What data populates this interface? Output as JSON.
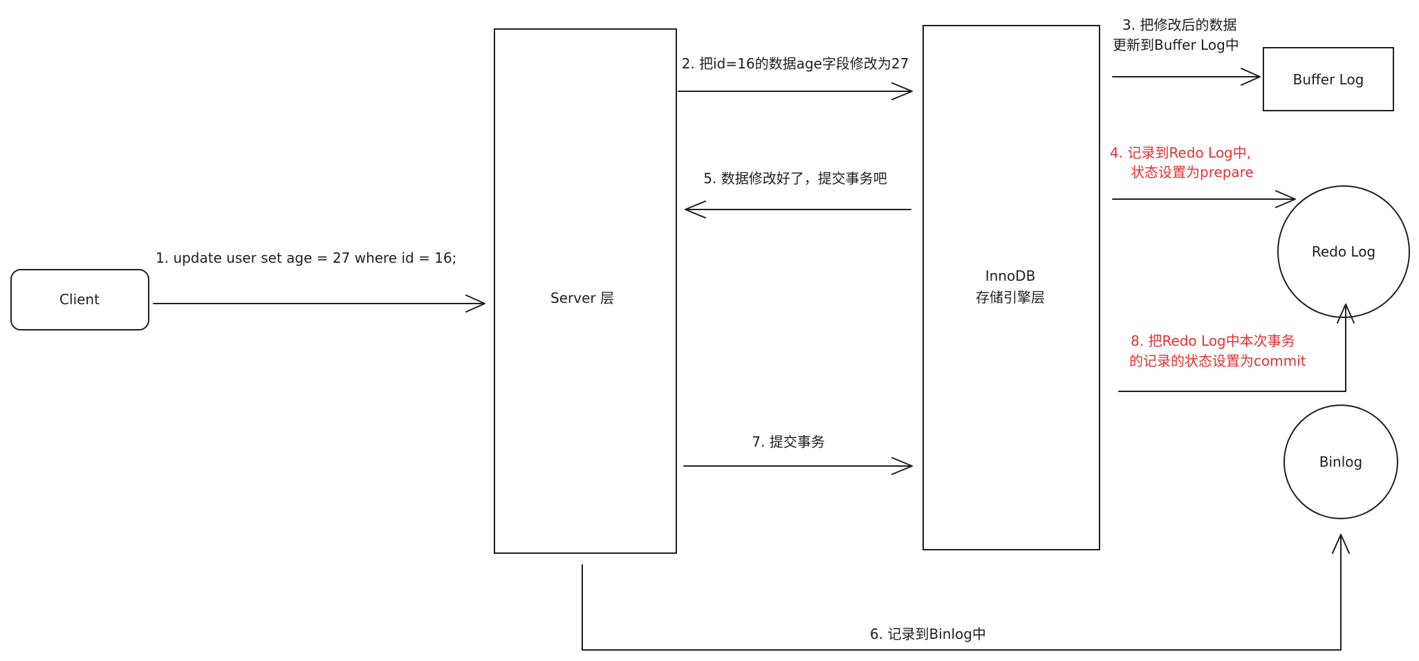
{
  "nodes": {
    "client": "Client",
    "server": "Server 层",
    "innodb_line1": "InnoDB",
    "innodb_line2": "存储引擎层",
    "buffer_log": "Buffer Log",
    "redo_log": "Redo Log",
    "binlog": "Binlog"
  },
  "steps": {
    "s1": "1. update user set age = 27 where id = 16;",
    "s2": "2. 把id=16的数据age字段修改为27",
    "s3_line1": "3. 把修改后的数据",
    "s3_line2": "更新到Buffer Log中",
    "s4_line1": "4. 记录到Redo Log中,",
    "s4_line2": "状态设置为prepare",
    "s5": "5. 数据修改好了，提交事务吧",
    "s6": "6. 记录到Binlog中",
    "s7": "7. 提交事务",
    "s8_line1": "8. 把Redo Log中本次事务",
    "s8_line2": "的记录的状态设置为commit"
  },
  "colors": {
    "stroke": "#1e1e1e",
    "highlight": "#e03131"
  }
}
